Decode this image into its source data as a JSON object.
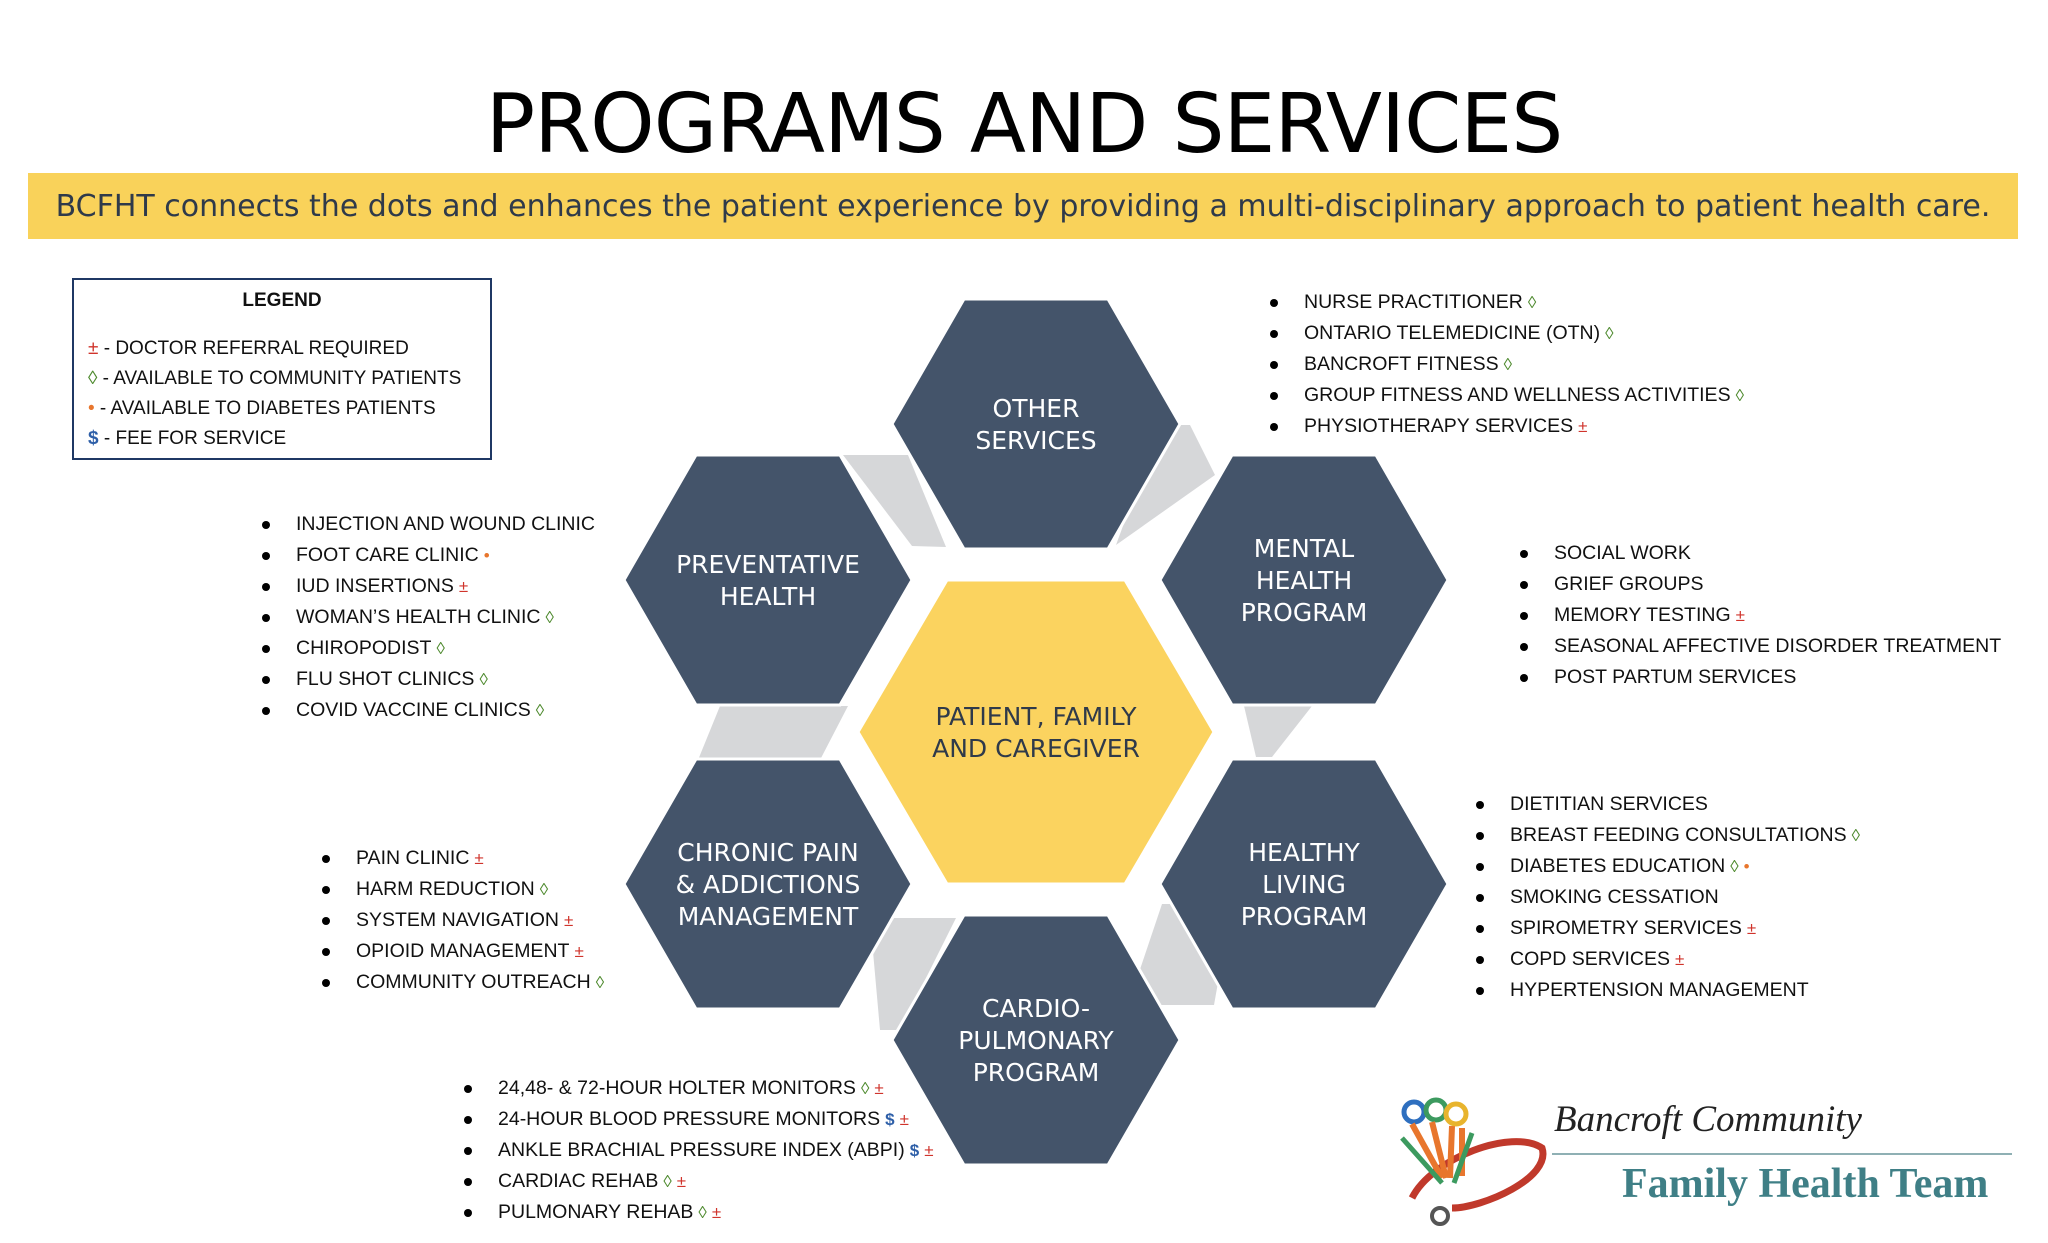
{
  "title": "PROGRAMS AND SERVICES",
  "subtitle": "BCFHT connects the dots and enhances the patient experience by providing a multi-disciplinary approach to patient health care.",
  "colors": {
    "banner": "#f9d25a",
    "hexagon": "#44546a",
    "center_hexagon": "#fbd35f",
    "connector": "#d6d7d9",
    "referral": "#d0342c",
    "community": "#4e8a2e",
    "diabetes": "#e8762d",
    "fee": "#2e5fa8"
  },
  "legend": {
    "title": "LEGEND",
    "items": [
      {
        "symbol": "±",
        "text": " - DOCTOR REFERRAL REQUIRED"
      },
      {
        "symbol": "◊",
        "text": " - AVAILABLE TO COMMUNITY PATIENTS"
      },
      {
        "symbol": "•",
        "text": " - AVAILABLE TO DIABETES PATIENTS"
      },
      {
        "symbol": "$",
        "text": " - FEE FOR SERVICE"
      }
    ]
  },
  "diagram": {
    "center": {
      "lines": [
        "PATIENT, FAMILY",
        "AND CAREGIVER"
      ]
    },
    "hexagons": [
      {
        "id": "other",
        "lines": [
          "OTHER",
          "SERVICES"
        ]
      },
      {
        "id": "mental",
        "lines": [
          "MENTAL",
          "HEALTH",
          "PROGRAM"
        ]
      },
      {
        "id": "healthy",
        "lines": [
          "HEALTHY",
          "LIVING",
          "PROGRAM"
        ]
      },
      {
        "id": "cardio",
        "lines": [
          "CARDIO-",
          "PULMONARY",
          "PROGRAM"
        ]
      },
      {
        "id": "chronic",
        "lines": [
          "CHRONIC PAIN",
          "& ADDICTIONS",
          "MANAGEMENT"
        ]
      },
      {
        "id": "preventative",
        "lines": [
          "PREVENTATIVE",
          "HEALTH"
        ]
      }
    ]
  },
  "services": {
    "other": [
      {
        "text": "NURSE PRACTITIONER",
        "marks": [
          "◊"
        ]
      },
      {
        "text": "ONTARIO TELEMEDICINE (OTN)",
        "marks": [
          "◊"
        ]
      },
      {
        "text": "BANCROFT FITNESS",
        "marks": [
          "◊"
        ]
      },
      {
        "text": "GROUP FITNESS AND WELLNESS ACTIVITIES",
        "marks": [
          "◊"
        ]
      },
      {
        "text": "PHYSIOTHERAPY SERVICES",
        "marks": [
          "±"
        ]
      }
    ],
    "mental": [
      {
        "text": "SOCIAL WORK",
        "marks": []
      },
      {
        "text": "GRIEF GROUPS",
        "marks": []
      },
      {
        "text": "MEMORY TESTING",
        "marks": [
          "±"
        ]
      },
      {
        "text": "SEASONAL AFFECTIVE DISORDER TREATMENT",
        "marks": []
      },
      {
        "text": "POST PARTUM SERVICES",
        "marks": []
      }
    ],
    "healthy": [
      {
        "text": "DIETITIAN SERVICES",
        "marks": []
      },
      {
        "text": "BREAST FEEDING CONSULTATIONS",
        "marks": [
          "◊"
        ]
      },
      {
        "text": "DIABETES EDUCATION",
        "marks": [
          "◊",
          "•"
        ]
      },
      {
        "text": "SMOKING CESSATION",
        "marks": []
      },
      {
        "text": "SPIROMETRY SERVICES",
        "marks": [
          "±"
        ]
      },
      {
        "text": "COPD SERVICES",
        "marks": [
          "±"
        ]
      },
      {
        "text": "HYPERTENSION MANAGEMENT",
        "marks": []
      }
    ],
    "cardio": [
      {
        "text": "24,48- & 72-HOUR HOLTER MONITORS",
        "marks": [
          "◊",
          "±"
        ]
      },
      {
        "text": "24-HOUR BLOOD PRESSURE MONITORS",
        "marks": [
          "$",
          "±"
        ]
      },
      {
        "text": "ANKLE BRACHIAL PRESSURE INDEX (ABPI)",
        "marks": [
          "$",
          "±"
        ]
      },
      {
        "text": "CARDIAC REHAB",
        "marks": [
          "◊",
          "±"
        ]
      },
      {
        "text": "PULMONARY REHAB",
        "marks": [
          "◊",
          "±"
        ]
      }
    ],
    "chronic": [
      {
        "text": "PAIN CLINIC",
        "marks": [
          "±"
        ]
      },
      {
        "text": "HARM REDUCTION",
        "marks": [
          "◊"
        ]
      },
      {
        "text": "SYSTEM NAVIGATION",
        "marks": [
          "±"
        ]
      },
      {
        "text": "OPIOID MANAGEMENT",
        "marks": [
          "±"
        ]
      },
      {
        "text": "COMMUNITY OUTREACH",
        "marks": [
          "◊"
        ]
      }
    ],
    "preventative": [
      {
        "text": "INJECTION AND WOUND CLINIC",
        "marks": []
      },
      {
        "text": "FOOT CARE CLINIC",
        "marks": [
          "•"
        ]
      },
      {
        "text": "IUD INSERTIONS",
        "marks": [
          "±"
        ]
      },
      {
        "text": "WOMAN’S HEALTH CLINIC",
        "marks": [
          "◊"
        ]
      },
      {
        "text": "CHIROPODIST",
        "marks": [
          "◊"
        ]
      },
      {
        "text": "FLU SHOT CLINICS",
        "marks": [
          "◊"
        ]
      },
      {
        "text": "COVID VACCINE CLINICS",
        "marks": [
          "◊"
        ]
      }
    ]
  },
  "logo": {
    "line1": "Bancroft Community",
    "line2": "Family Health Team"
  }
}
